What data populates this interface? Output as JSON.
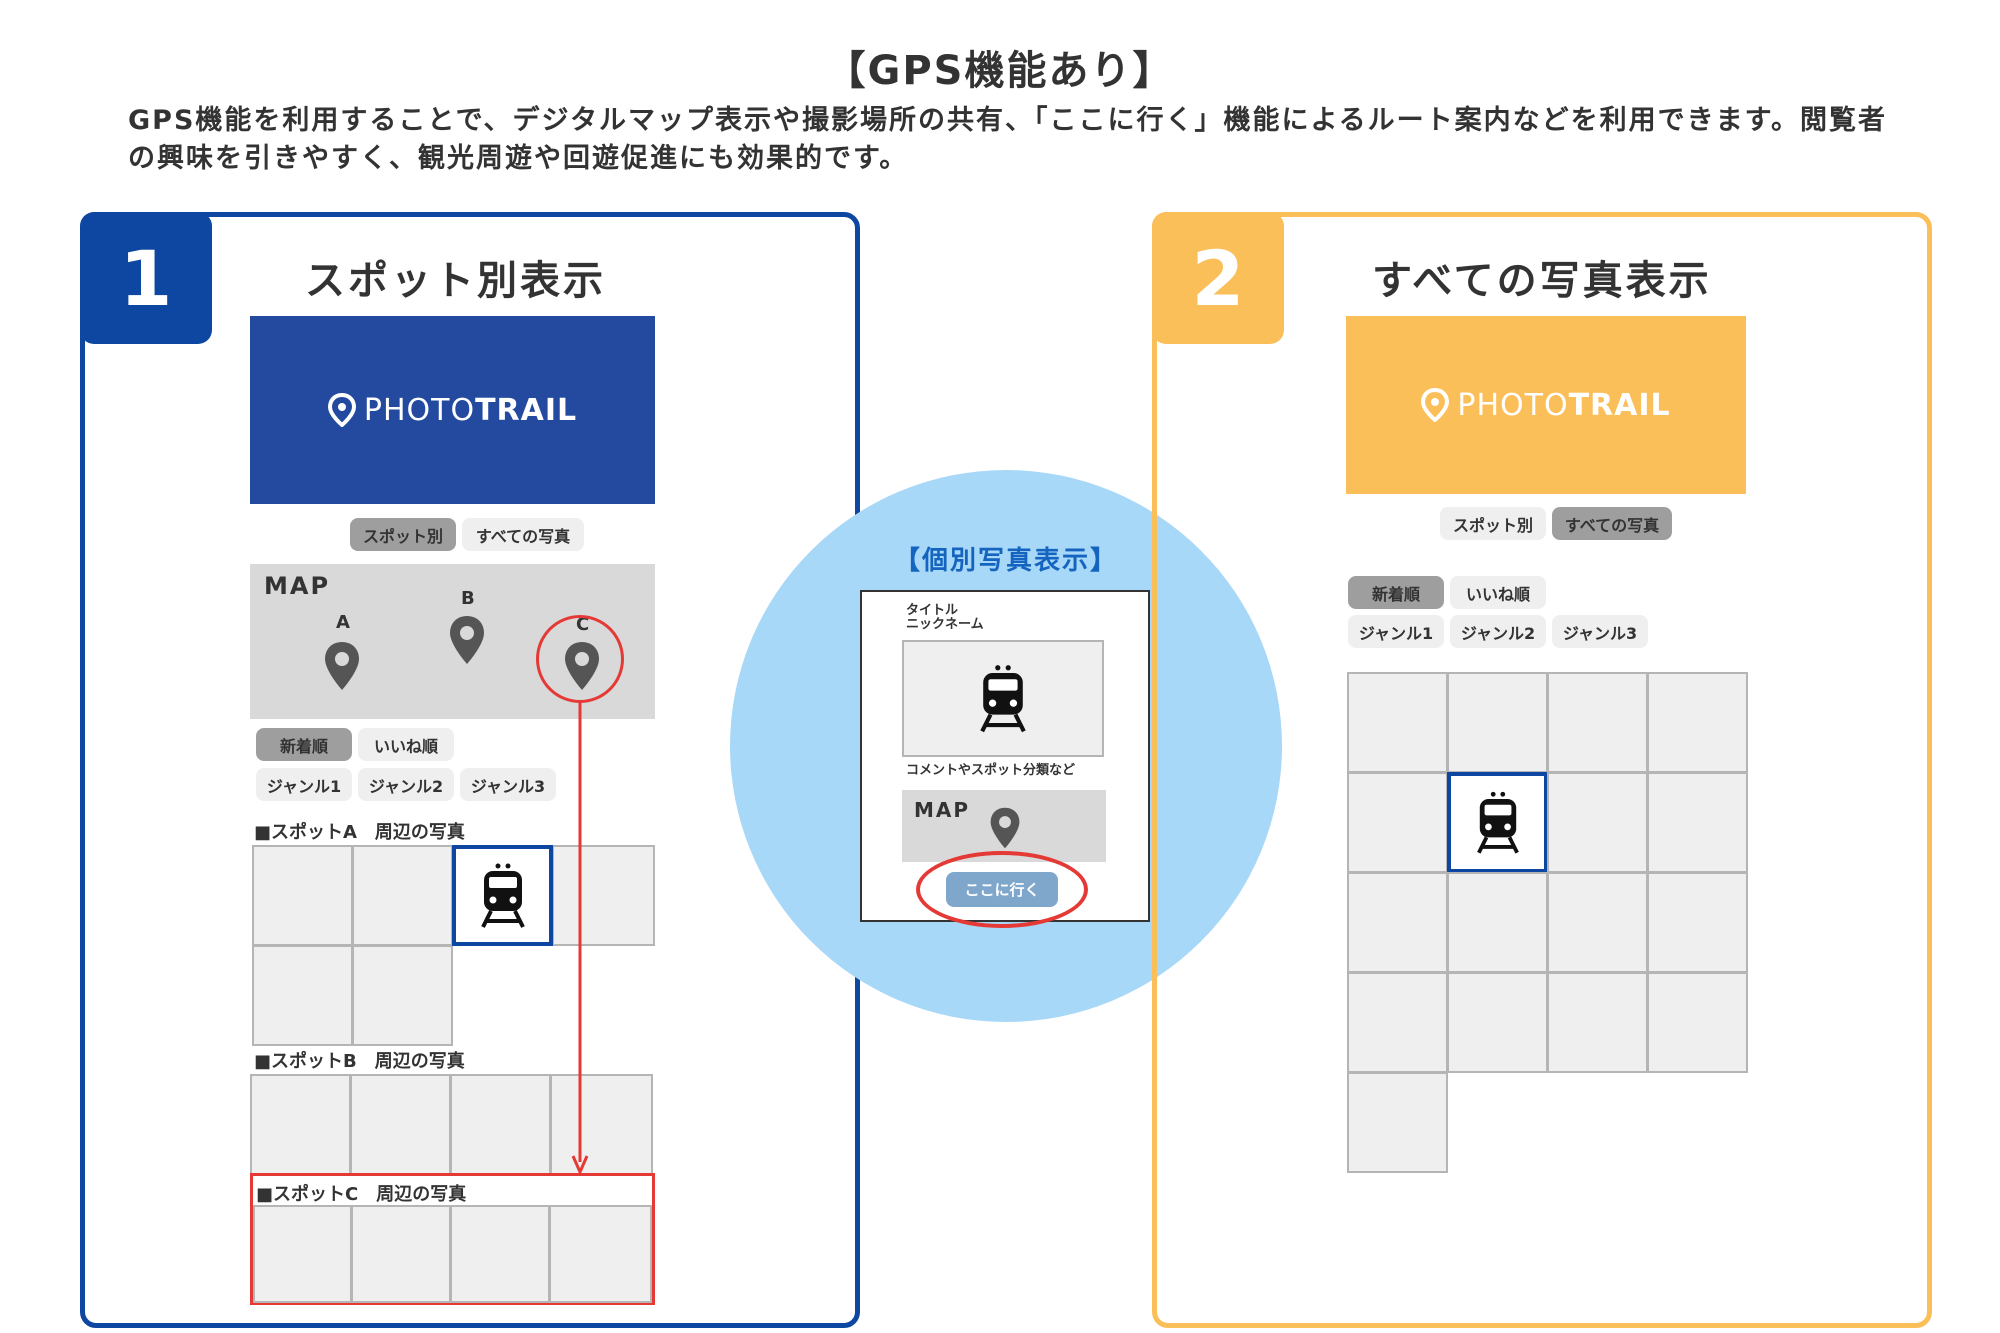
{
  "header": {
    "title": "【GPS機能あり】",
    "description": "GPS機能を利用することで、デジタルマップ表示や撮影場所の共有、「ここに行く」機能によるルート案内などを利用できます。閲覧者の興味を引きやすく、観光周遊や回遊促進にも効果的です。"
  },
  "colors": {
    "blue": "#0d47a1",
    "banner_blue": "#234a9e",
    "orange": "#fbbf5a",
    "red": "#e53935",
    "light_blue": "#a8d8f8"
  },
  "panel1": {
    "number": "1",
    "title": "スポット別表示",
    "logo_light": "PHOTO",
    "logo_bold": "TRAIL",
    "tabs": [
      "スポット別",
      "すべての写真"
    ],
    "map_label": "MAP",
    "pins": [
      "A",
      "B",
      "C"
    ],
    "sort": [
      "新着順",
      "いいね順"
    ],
    "genres": [
      "ジャンル1",
      "ジャンル2",
      "ジャンル3"
    ],
    "sections": [
      "■スポットA　周辺の写真",
      "■スポットB　周辺の写真",
      "■スポットC　周辺の写真"
    ]
  },
  "center": {
    "title": "【個別写真表示】",
    "card_title": "タイトル",
    "card_nickname": "ニックネーム",
    "card_comment": "コメントやスポット分類など",
    "map_label": "MAP",
    "go_button": "ここに行く"
  },
  "panel2": {
    "number": "2",
    "title": "すべての写真表示",
    "logo_light": "PHOTO",
    "logo_bold": "TRAIL",
    "tabs": [
      "スポット別",
      "すべての写真"
    ],
    "sort": [
      "新着順",
      "いいね順"
    ],
    "genres": [
      "ジャンル1",
      "ジャンル2",
      "ジャンル3"
    ]
  },
  "icons": [
    "location-pin-icon",
    "train-icon",
    "logo-pin-icon"
  ]
}
